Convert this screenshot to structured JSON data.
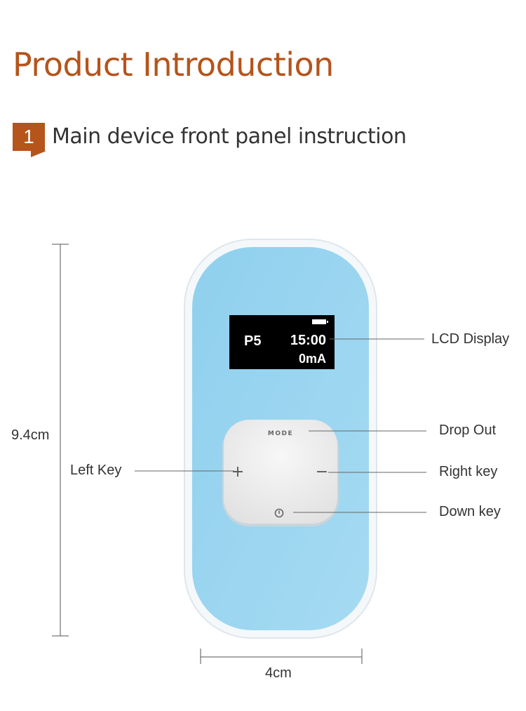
{
  "page": {
    "title": "Product Introduction",
    "section": {
      "number": "1",
      "title": "Main device front panel instruction"
    }
  },
  "colors": {
    "accent": "#b5541b",
    "device_blue": "#9fd6f0",
    "device_shell": "#f4f8fb",
    "keypad": "#ebebeb"
  },
  "device": {
    "lcd": {
      "program": "P5",
      "time": "15:00",
      "current": "0mA"
    },
    "keys": {
      "mode": "MODE",
      "plus": "+",
      "minus": "−"
    },
    "icons": {
      "power": "power-icon",
      "battery": "battery-icon"
    }
  },
  "dimensions": {
    "height": "9.4cm",
    "width": "4cm"
  },
  "callouts": {
    "lcd_display": "LCD Display",
    "drop_out": "Drop Out",
    "right_key": "Right key",
    "down_key": "Down key",
    "left_key": "Left Key"
  }
}
